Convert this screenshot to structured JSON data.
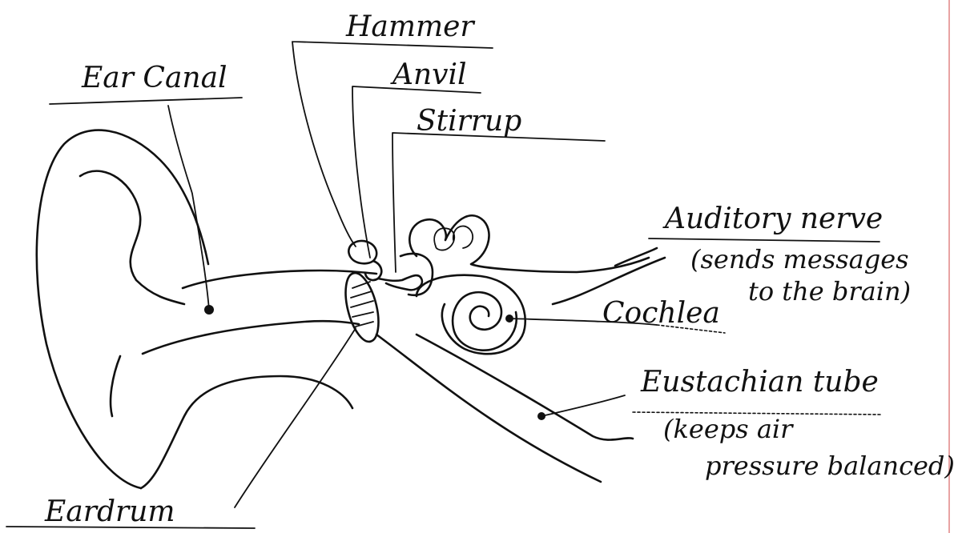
{
  "labels": {
    "hammer": "Hammer",
    "anvil": "Anvil",
    "stirrup": "Stirrup",
    "ear_canal": "Ear Canal",
    "auditory_nerve": "Auditory nerve",
    "auditory_nerve_note_1": "(sends messages",
    "auditory_nerve_note_2": "to the brain)",
    "cochlea": "Cochlea",
    "eustachian_tube": "Eustachian tube",
    "eustachian_note_1": "(keeps air",
    "eustachian_note_2": "pressure balanced)",
    "eardrum": "Eardrum"
  },
  "colors": {
    "ink": "#111111",
    "margin_line": "#e8a3a3",
    "background": "#ffffff"
  }
}
